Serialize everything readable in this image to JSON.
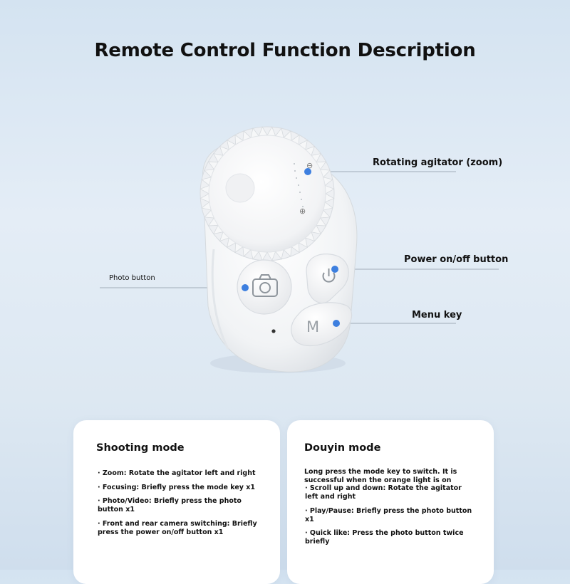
{
  "title": "Remote Control Function Description",
  "callouts": {
    "rotating": "Rotating agitator (zoom)",
    "power": "Power on/off button",
    "menu": "Menu key",
    "photo": "Photo button"
  },
  "device": {
    "menu_glyph": "M",
    "dial_markings": [
      "⊖",
      "⊕"
    ]
  },
  "cards": {
    "shooting": {
      "title": "Shooting mode",
      "items": [
        "· Zoom: Rotate the agitator left and right",
        "· Focusing: Briefly press the mode key x1",
        "· Photo/Video: Briefly press the photo button x1",
        "· Front and rear camera switching: Briefly press the power on/off button x1"
      ]
    },
    "douyin": {
      "title": "Douyin mode",
      "intro": "Long press the mode key to switch. It is successful when the orange light is on",
      "items": [
        "· Scroll up and down: Rotate the agitator left and right",
        "· Play/Pause: Briefly press the photo button x1",
        "· Quick like: Press the photo button twice briefly"
      ]
    }
  },
  "colors": {
    "dot": "#3d7fdf",
    "device_body": "#f3f4f6",
    "background_top": "#d4e3f1"
  }
}
